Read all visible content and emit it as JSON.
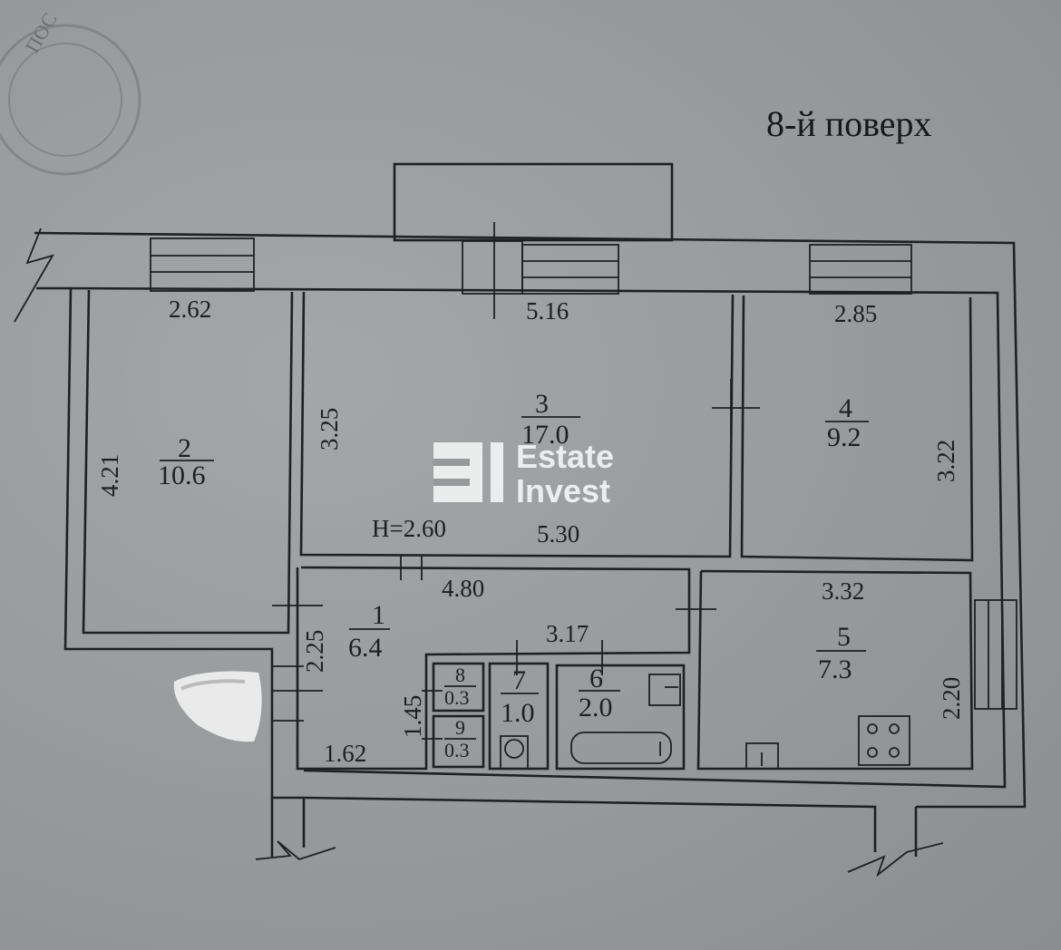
{
  "title": "8-й поверх",
  "ceiling_height": "H=2.60",
  "watermark": {
    "line1": "Estate",
    "line2": "Invest"
  },
  "stamp_text": "ПОС",
  "rooms": [
    {
      "number": "1",
      "area": "6.4"
    },
    {
      "number": "2",
      "area": "10.6"
    },
    {
      "number": "3",
      "area": "17.0"
    },
    {
      "number": "4",
      "area": "9.2"
    },
    {
      "number": "5",
      "area": "7.3"
    },
    {
      "number": "6",
      "area": "2.0"
    },
    {
      "number": "7",
      "area": "1.0"
    },
    {
      "number": "8",
      "area": "0.3"
    },
    {
      "number": "9",
      "area": "0.3"
    }
  ],
  "dimensions": {
    "d_2_62": "2.62",
    "d_5_16": "5.16",
    "d_2_85": "2.85",
    "d_3_25": "3.25",
    "d_4_21": "4.21",
    "d_3_22": "3.22",
    "d_5_30": "5.30",
    "d_4_80": "4.80",
    "d_3_32": "3.32",
    "d_2_25": "2.25",
    "d_3_17": "3.17",
    "d_1_45": "1.45",
    "d_2_20": "2.20",
    "d_1_62": "1.62"
  },
  "colors": {
    "paper": "#969a9b",
    "ink": "#1e2122",
    "watermark": "#f3f4f4"
  }
}
